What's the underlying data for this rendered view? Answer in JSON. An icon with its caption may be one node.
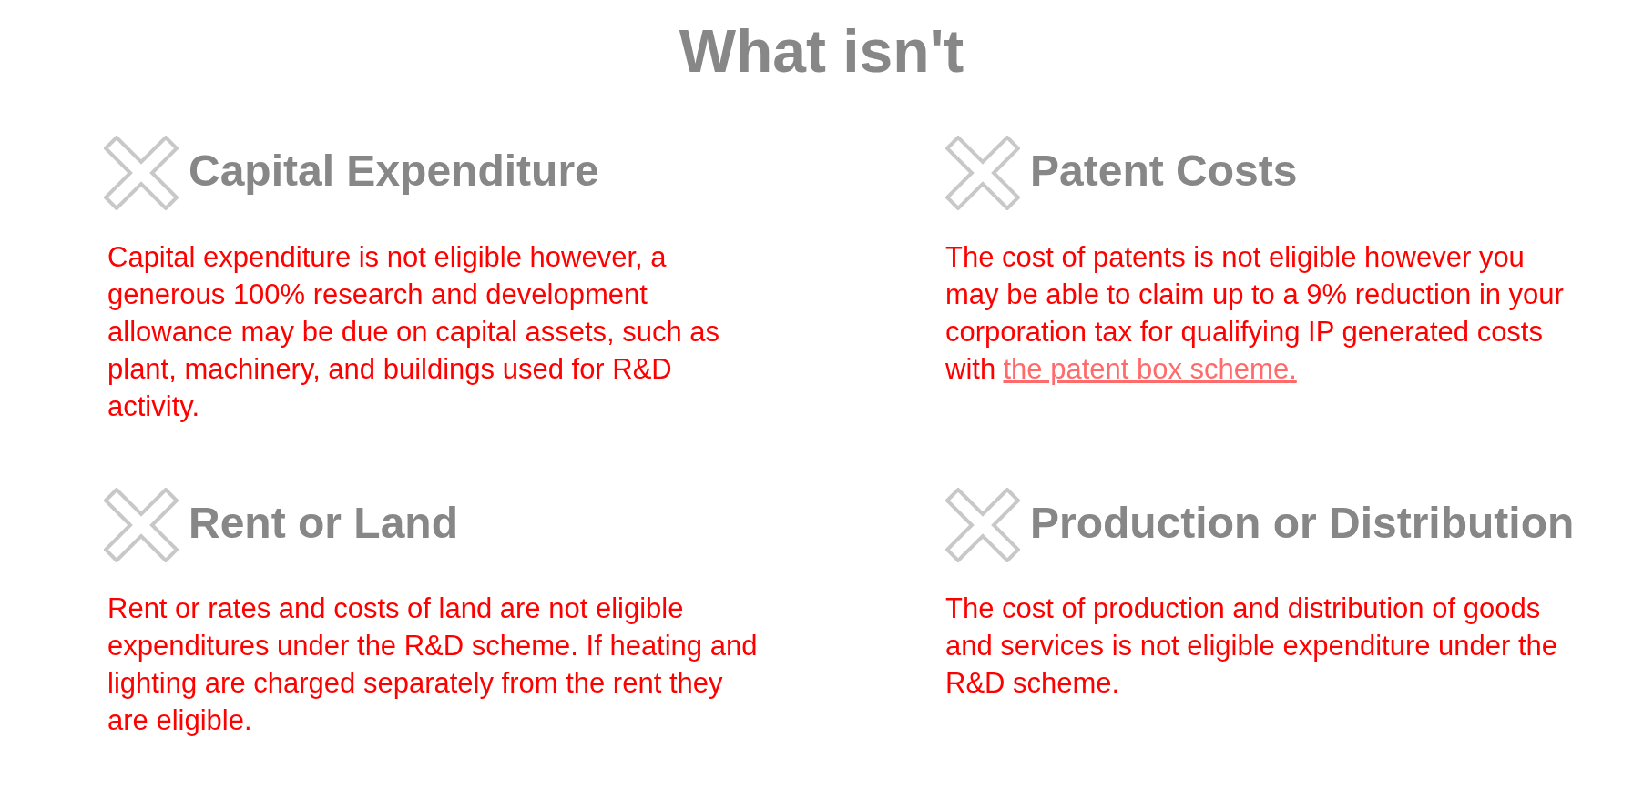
{
  "diagram": {
    "title": "What isn't",
    "labels": [
      "Capital Expenditure",
      "Patent Costs",
      "Capital expenditure is not eligible however, a generous 100% research and development allowance may be due on capital assets, such as plant, machinery, and buildings used for R&D activity.",
      "The cost of patents is not eligible however you may be able to claim up to a 9% reduction in your corporation tax for qualifying IP generated costs with",
      "the patent box scheme.",
      "Rent or Land",
      "Production or Distribution",
      "Rent or rates and costs of land are not eligible expenditures under the R&D scheme. If heating and lighting are charged separately from the rent they are eligible.",
      "The cost of production and distribution of goods and services is not eligible expenditure under the R&D scheme."
    ]
  }
}
